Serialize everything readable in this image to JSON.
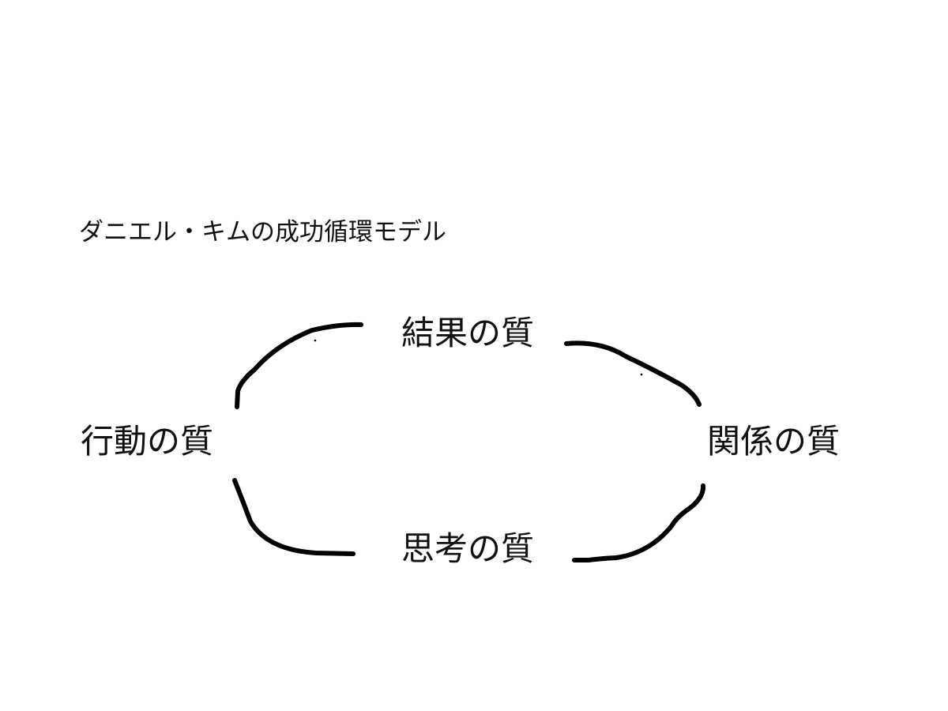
{
  "title": "ダニエル・キムの成功循環モデル",
  "nodes": {
    "top": "結果の質",
    "right": "関係の質",
    "bottom": "思考の質",
    "left": "行動の質"
  },
  "stroke_color": "#000000"
}
